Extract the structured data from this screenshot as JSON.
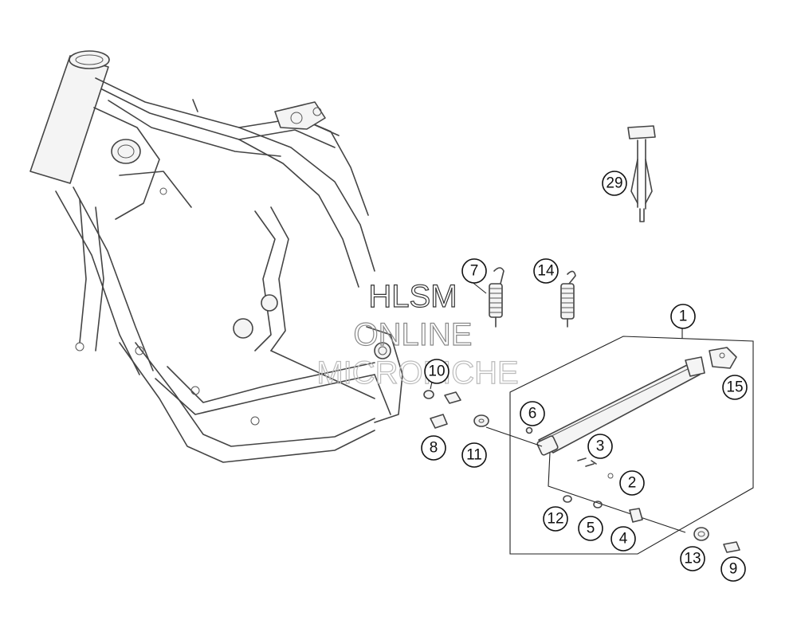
{
  "diagram": {
    "callouts": [
      {
        "id": "1",
        "label": "1"
      },
      {
        "id": "2",
        "label": "2"
      },
      {
        "id": "3",
        "label": "3"
      },
      {
        "id": "4",
        "label": "4"
      },
      {
        "id": "5",
        "label": "5"
      },
      {
        "id": "6",
        "label": "6"
      },
      {
        "id": "7",
        "label": "7"
      },
      {
        "id": "8",
        "label": "8"
      },
      {
        "id": "9",
        "label": "9"
      },
      {
        "id": "10",
        "label": "10"
      },
      {
        "id": "11",
        "label": "11"
      },
      {
        "id": "12",
        "label": "12"
      },
      {
        "id": "13",
        "label": "13"
      },
      {
        "id": "14",
        "label": "14"
      },
      {
        "id": "15",
        "label": "15"
      },
      {
        "id": "29",
        "label": "29"
      }
    ],
    "watermark": {
      "line1": "HLSM",
      "line2": "ONLINE",
      "line3": "MICROFICHE",
      "color": "#333333"
    },
    "colors": {
      "line": "#444444",
      "callout_stroke": "#111111",
      "background": "#ffffff"
    }
  }
}
